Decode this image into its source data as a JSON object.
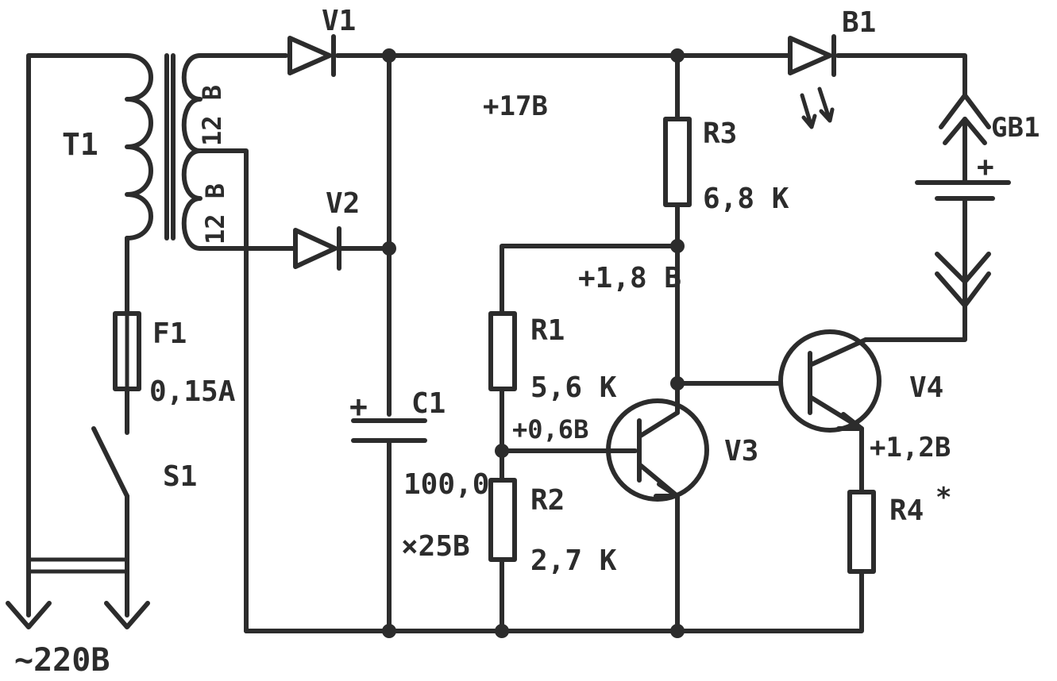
{
  "colors": {
    "ink": "#2c2c2c",
    "background": "#ffffff"
  },
  "labels": {
    "v1": "V1",
    "v2": "V2",
    "b1": "B1",
    "gb1": "GB1",
    "gb1_plus": "+",
    "t1": "T1",
    "winding_upper": "12 B",
    "winding_lower": "12 B",
    "v_17": "+17B",
    "r3": "R3",
    "r3_value": "6,8 K",
    "v_18": "+1,8 B",
    "r1": "R1",
    "r1_value": "5,6 K",
    "v_06": "+0,6B",
    "c1": "C1",
    "c1_plus": "+",
    "c1_value": "100,0",
    "c1_voltage": "×25B",
    "r2": "R2",
    "r2_value": "2,7 K",
    "v3": "V3",
    "v4": "V4",
    "v_12": "+1,2B",
    "r4": "R4",
    "r4_star": "*",
    "f1": "F1",
    "f1_value": "0,15A",
    "s1": "S1",
    "mains": "~220B"
  }
}
